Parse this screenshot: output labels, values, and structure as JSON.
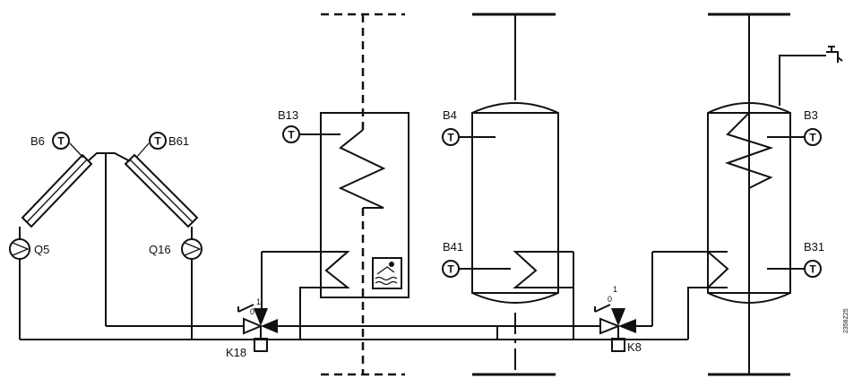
{
  "sensors": {
    "b6": "B6",
    "b61": "B61",
    "b13": "B13",
    "b4": "B4",
    "b41": "B41",
    "b3": "B3",
    "b31": "B31"
  },
  "pumps": {
    "q5": "Q5",
    "q16": "Q16"
  },
  "valves": {
    "k18": "K18",
    "k8": "K8"
  },
  "switch_states": {
    "on": "1",
    "off": "0"
  },
  "sensor_symbol": "T",
  "drawing_number": "2358Z25"
}
